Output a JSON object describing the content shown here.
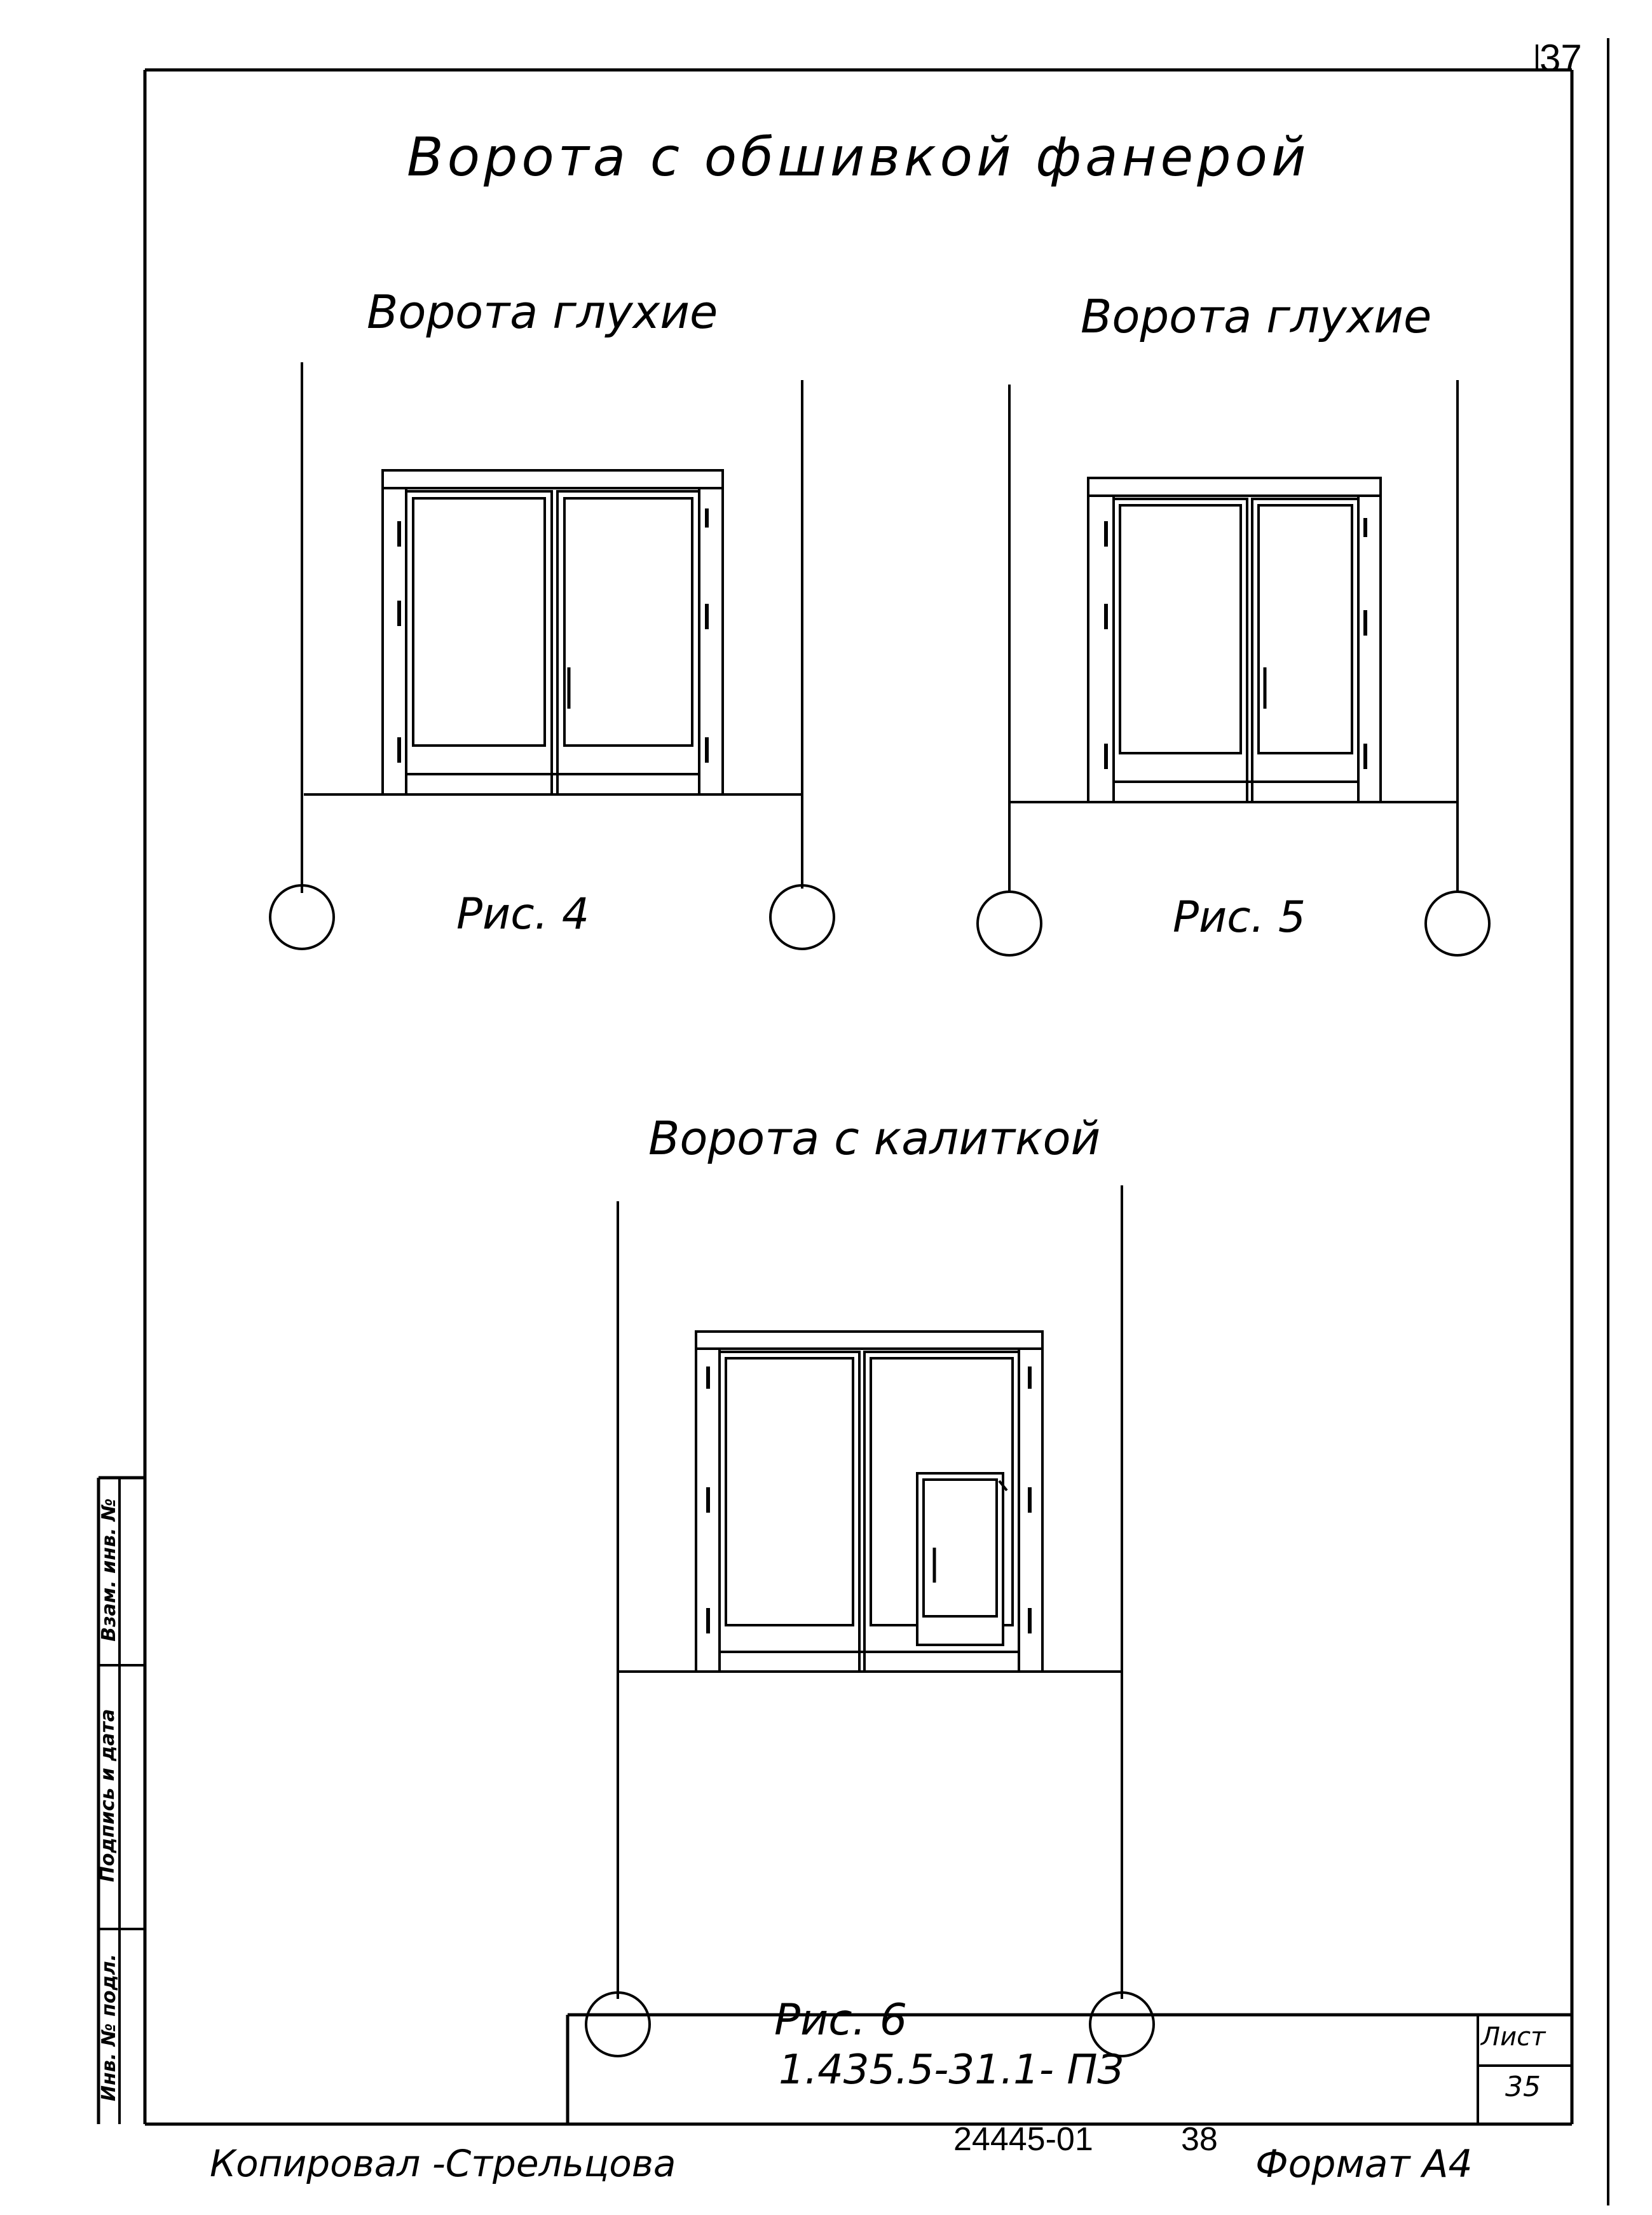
{
  "page_number": "37",
  "main_title": "Ворота с обшивкой фанерой",
  "figures": [
    {
      "heading": "Ворота глухие",
      "caption": "Рис. 4"
    },
    {
      "heading": "Ворота глухие",
      "caption": "Рис. 5"
    },
    {
      "heading": "Ворота с калиткой",
      "caption": "Рис. 6"
    }
  ],
  "side_stamp": {
    "field_1": "Инв. № подл.",
    "field_2": "Подпись и дата",
    "field_3": "Взам. инв. №"
  },
  "title_block": {
    "designation": "1.435.5-31.1- ПЗ",
    "sheet_label": "Лист",
    "sheet_number": "35"
  },
  "footer": {
    "copied_by": "Копировал -Стрельцова",
    "order_number": "24445-01",
    "order_sheet": "38",
    "format": "Формат А4"
  }
}
